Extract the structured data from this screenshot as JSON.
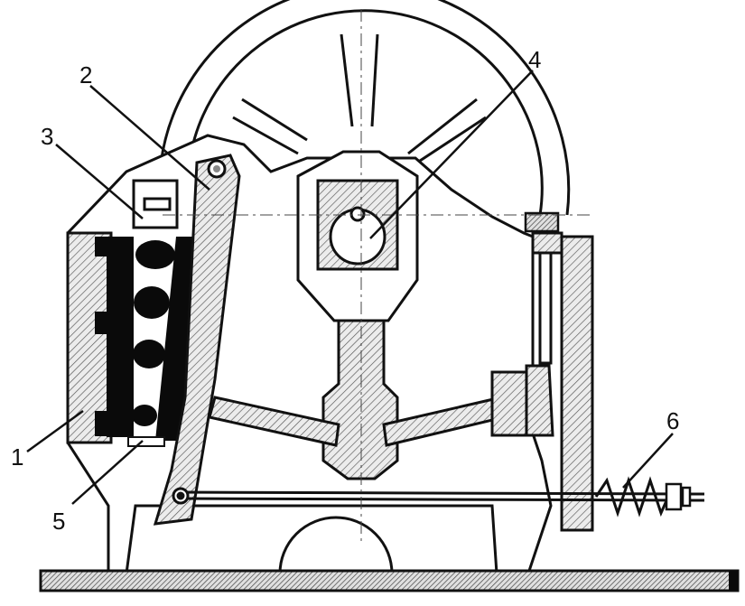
{
  "diagram": {
    "labels": [
      {
        "id": "1",
        "text": "1"
      },
      {
        "id": "2",
        "text": "2"
      },
      {
        "id": "3",
        "text": "3"
      },
      {
        "id": "4",
        "text": "4"
      },
      {
        "id": "5",
        "text": "5"
      },
      {
        "id": "6",
        "text": "6"
      }
    ],
    "colors": {
      "line": "#111111",
      "hatch_bg": "#ececec",
      "dark": "#0a0a0a",
      "paper": "#ffffff"
    }
  }
}
